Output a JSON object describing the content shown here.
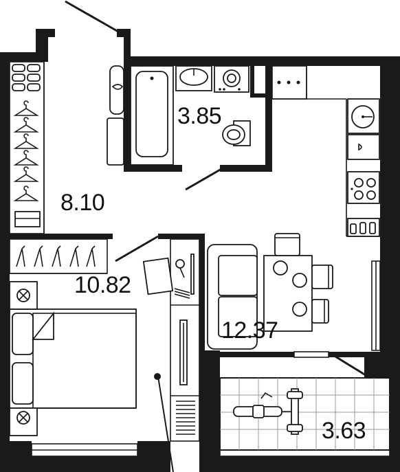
{
  "rooms": [
    {
      "id": "bathroom",
      "area": "3.85"
    },
    {
      "id": "hallway",
      "area": "8.10"
    },
    {
      "id": "bedroom",
      "area": "10.82"
    },
    {
      "id": "living-kitchen",
      "area": "12.37"
    },
    {
      "id": "balcony",
      "area": "3.63"
    }
  ],
  "colors": {
    "wall": "#1a1a1a",
    "background": "#ffffff",
    "balcony_grid": "#9a9a9a"
  },
  "icons": [
    "hanger-icon",
    "shoe-rack-icon",
    "bathtub-icon",
    "sink-icon",
    "washing-machine-icon",
    "toilet-icon",
    "cooktop-icon",
    "kitchen-sink-icon",
    "bed-icon",
    "sofa-icon",
    "dining-table-icon",
    "exercise-bench-icon"
  ]
}
